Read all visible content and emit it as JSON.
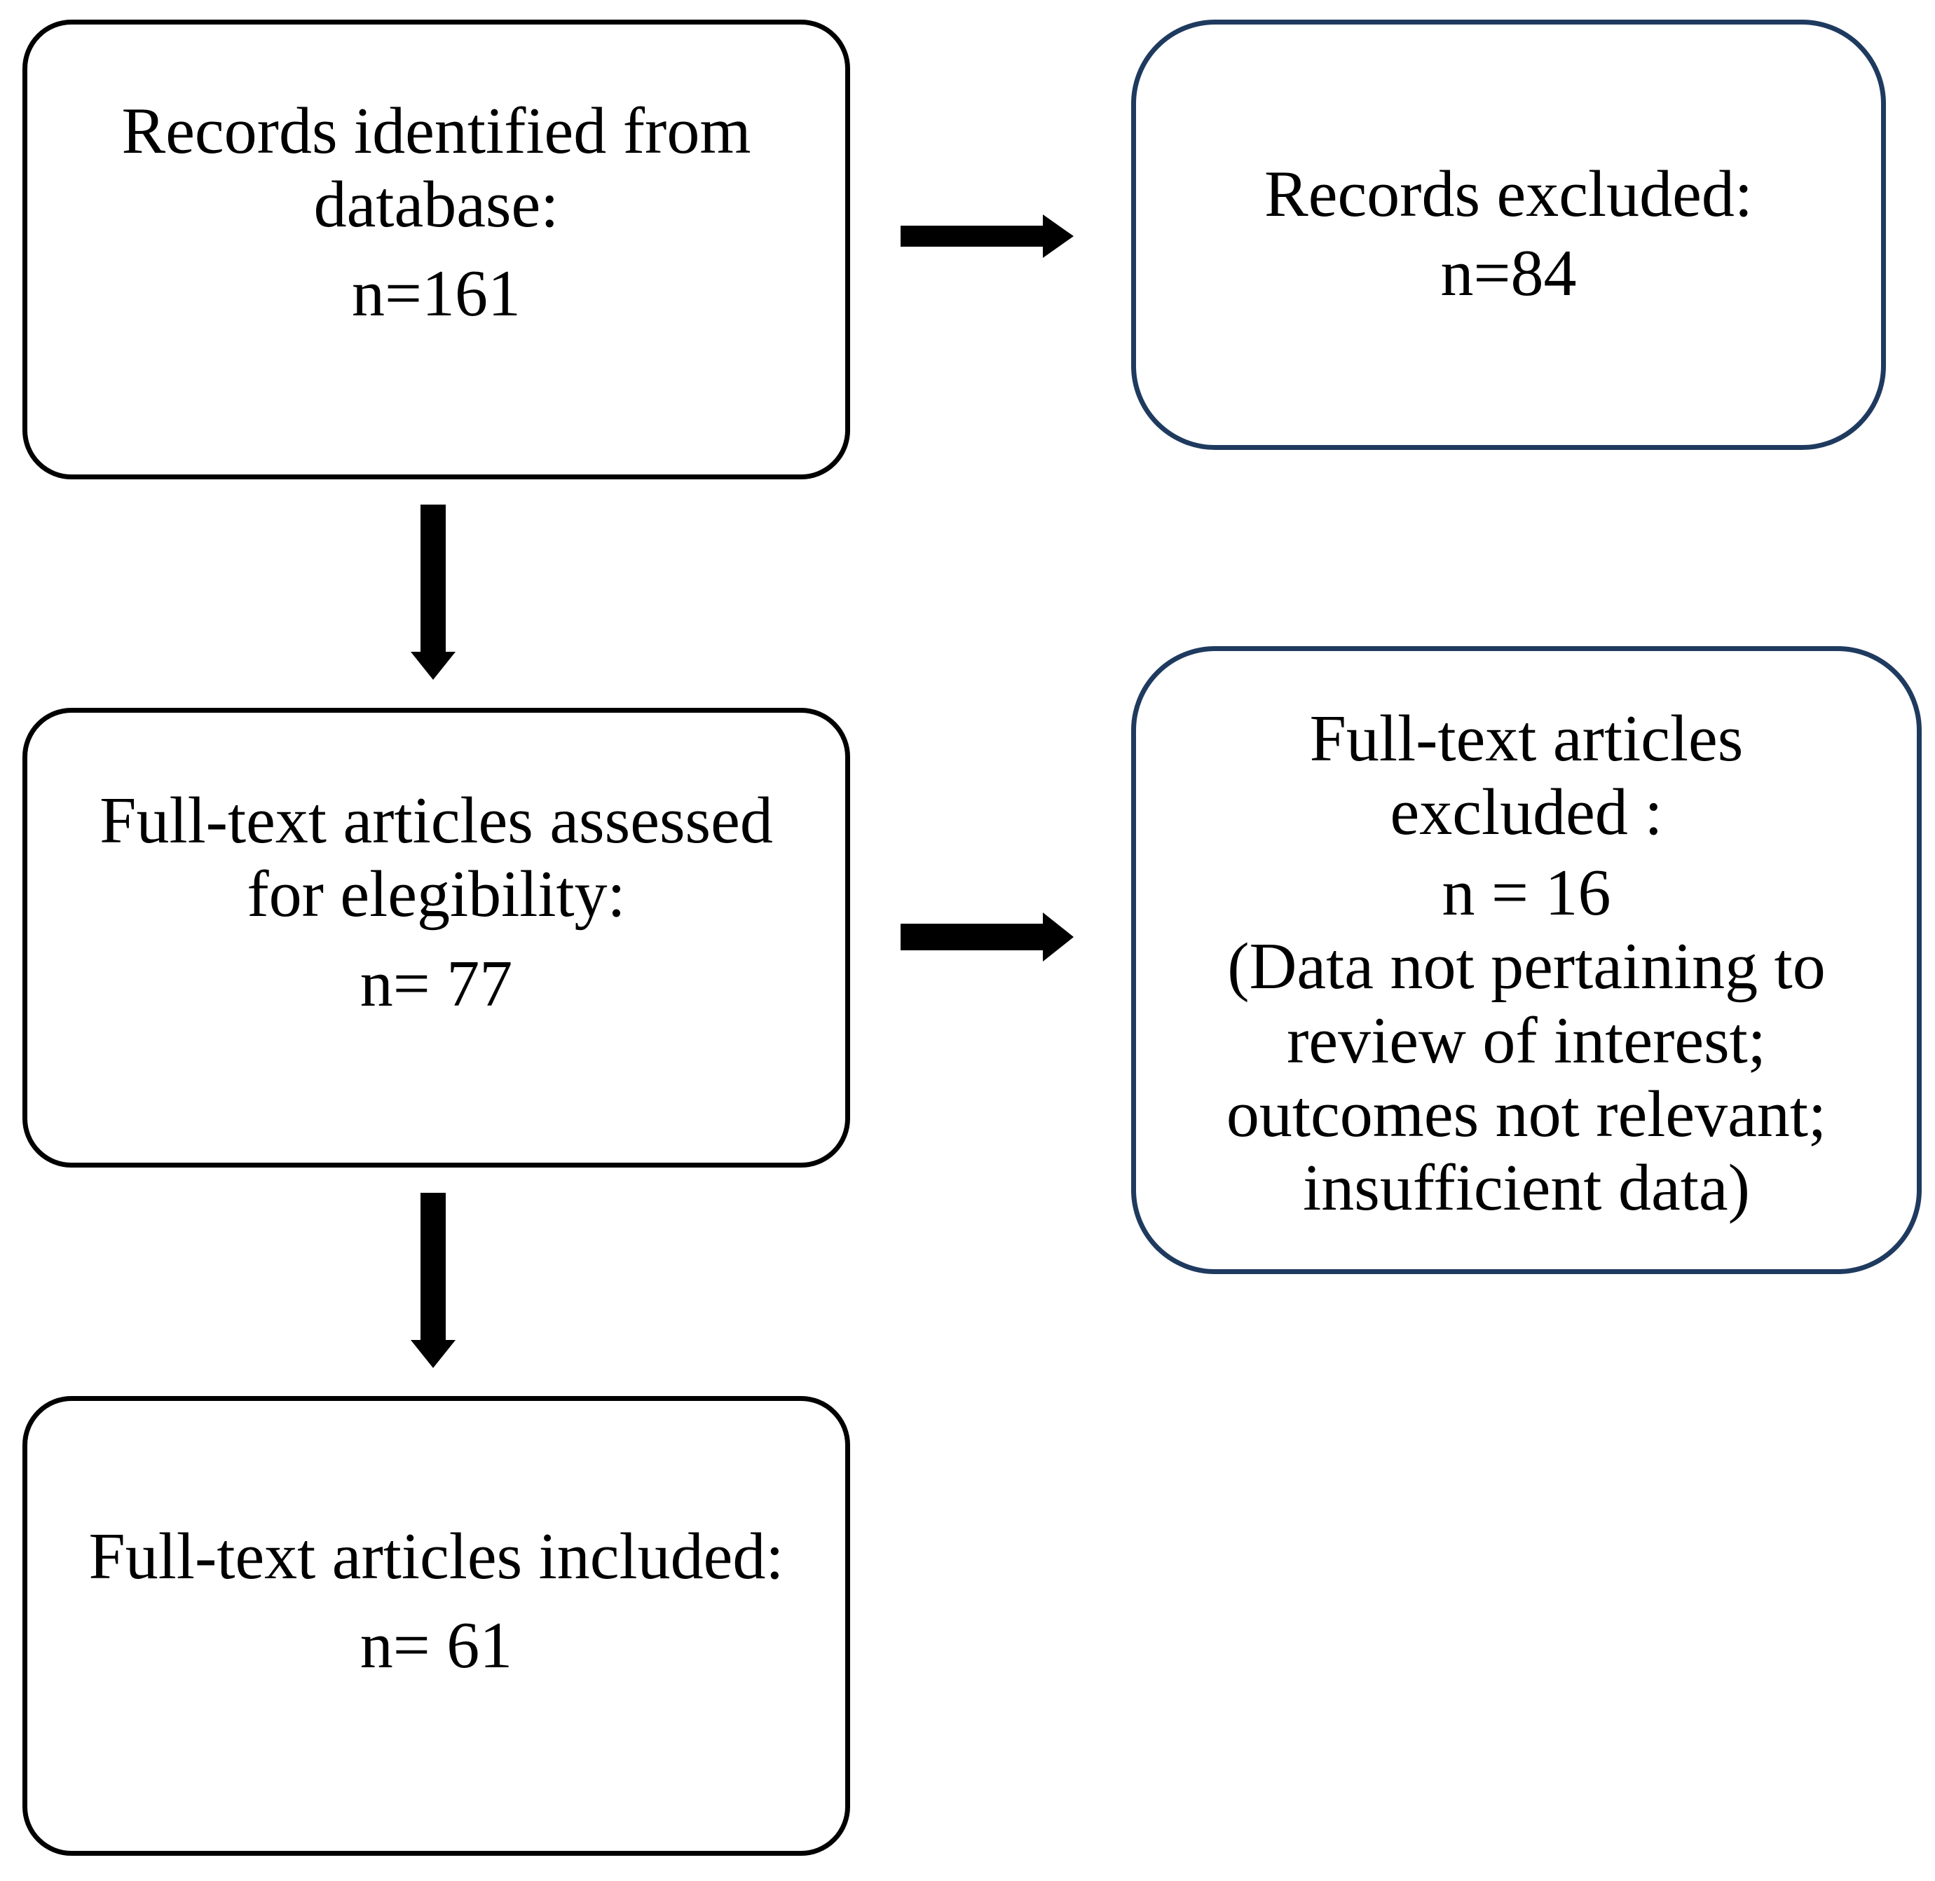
{
  "boxes": {
    "identified": {
      "lines": [
        "Records identified from",
        "database:"
      ],
      "count": "n=161"
    },
    "assessed": {
      "lines": [
        "Full-text articles assessed",
        "for elegibility:"
      ],
      "count": "n= 77"
    },
    "included": {
      "lines": [
        "Full-text articles included:"
      ],
      "count": "n= 61"
    },
    "records_excluded": {
      "lines": [
        "Records excluded:"
      ],
      "count": "n=84"
    },
    "fulltext_excluded": {
      "lines": [
        "Full-text articles",
        "excluded :"
      ],
      "count": "n = 16",
      "reasons": [
        "(Data not pertaining to",
        "review of interest;",
        "outcomes  not relevant;",
        "insufficient data)"
      ]
    }
  },
  "colors": {
    "left_border": "#000000",
    "right_border": "#1f3a5f",
    "arrow": "#000000"
  }
}
